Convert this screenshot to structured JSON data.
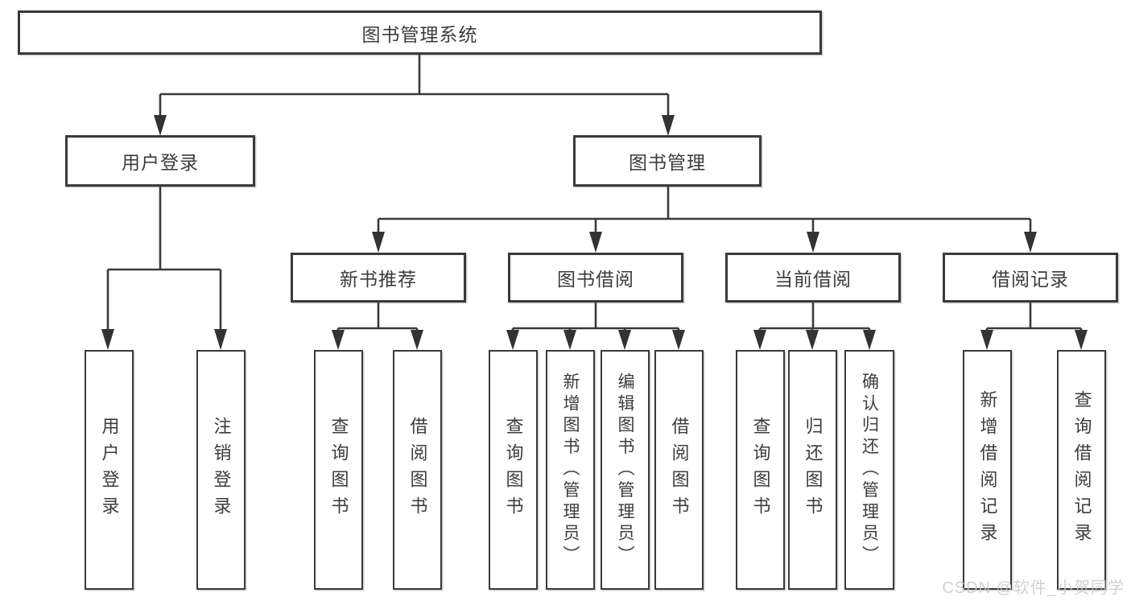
{
  "diagram_title": "图书管理系统",
  "colors": {
    "line": "#3a3a3a",
    "box_border": "#3a3a3a",
    "text": "#3c3c3c",
    "background": "#ffffff",
    "watermark": "#c9c9c9"
  },
  "tree": {
    "label": "图书管理系统",
    "children": [
      {
        "label": "用户登录",
        "children": [
          {
            "label": "用户登录"
          },
          {
            "label": "注销登录"
          }
        ]
      },
      {
        "label": "图书管理",
        "children": [
          {
            "label": "新书推荐",
            "children": [
              {
                "label": "查询图书"
              },
              {
                "label": "借阅图书"
              }
            ]
          },
          {
            "label": "图书借阅",
            "children": [
              {
                "label": "查询图书"
              },
              {
                "label": "新增图书（管理员）"
              },
              {
                "label": "编辑图书（管理员）"
              },
              {
                "label": "借阅图书"
              }
            ]
          },
          {
            "label": "当前借阅",
            "children": [
              {
                "label": "查询图书"
              },
              {
                "label": "归还图书"
              },
              {
                "label": "确认归还（管理员）"
              }
            ]
          },
          {
            "label": "借阅记录",
            "children": [
              {
                "label": "新增借阅记录"
              },
              {
                "label": "查询借阅记录"
              }
            ]
          }
        ]
      }
    ]
  },
  "watermark": "CSDN @软件_小贺同学"
}
